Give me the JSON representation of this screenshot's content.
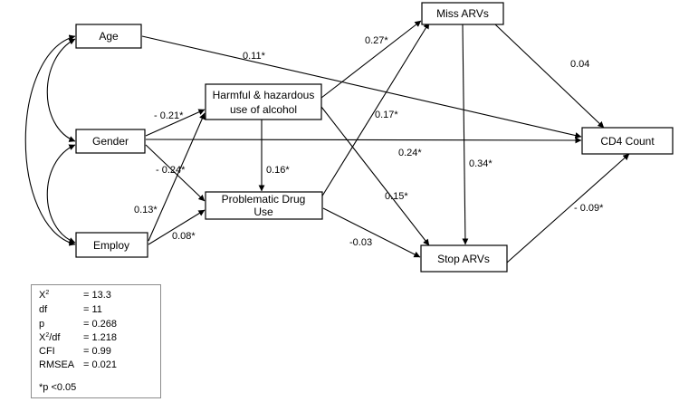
{
  "nodes": {
    "age": {
      "label": "Age"
    },
    "gender": {
      "label": "Gender"
    },
    "employ": {
      "label": "Employ"
    },
    "alcohol": {
      "label1": "Harmful & hazardous",
      "label2": "use of alcohol"
    },
    "drug": {
      "label1": "Problematic Drug",
      "label2": "Use"
    },
    "miss": {
      "label": "Miss ARVs"
    },
    "stop": {
      "label": "Stop ARVs"
    },
    "cd4": {
      "label": "CD4 Count"
    }
  },
  "edges": {
    "age_cd4": "0.11*",
    "gender_alcohol": "- 0.21*",
    "gender_drug": "- 0.24*",
    "gender_cd4": "0.24*",
    "employ_alcohol": "0.13*",
    "employ_drug": "0.08*",
    "alcohol_miss": "0.27*",
    "alcohol_drug": "0.16*",
    "alcohol_stop": "0.15*",
    "drug_miss": "0.17*",
    "drug_stop": "-0.03",
    "miss_cd4": "0.04",
    "miss_stop": "0.34*",
    "stop_cd4": "- 0.09*"
  },
  "fit_stats": [
    {
      "label": "X",
      "sup": "2",
      "suffix": "",
      "value": "= 13.3"
    },
    {
      "label": "df",
      "sup": "",
      "suffix": "",
      "value": "= 11"
    },
    {
      "label": "p",
      "sup": "",
      "suffix": "",
      "value": "= 0.268"
    },
    {
      "label": "X",
      "sup": "2",
      "suffix": "/df",
      "value": "= 1.218"
    },
    {
      "label": "CFI",
      "sup": "",
      "suffix": "",
      "value": "= 0.99"
    },
    {
      "label": "RMSEA",
      "sup": "",
      "suffix": "",
      "value": "= 0.021"
    }
  ],
  "footnote": "*p <0.05"
}
